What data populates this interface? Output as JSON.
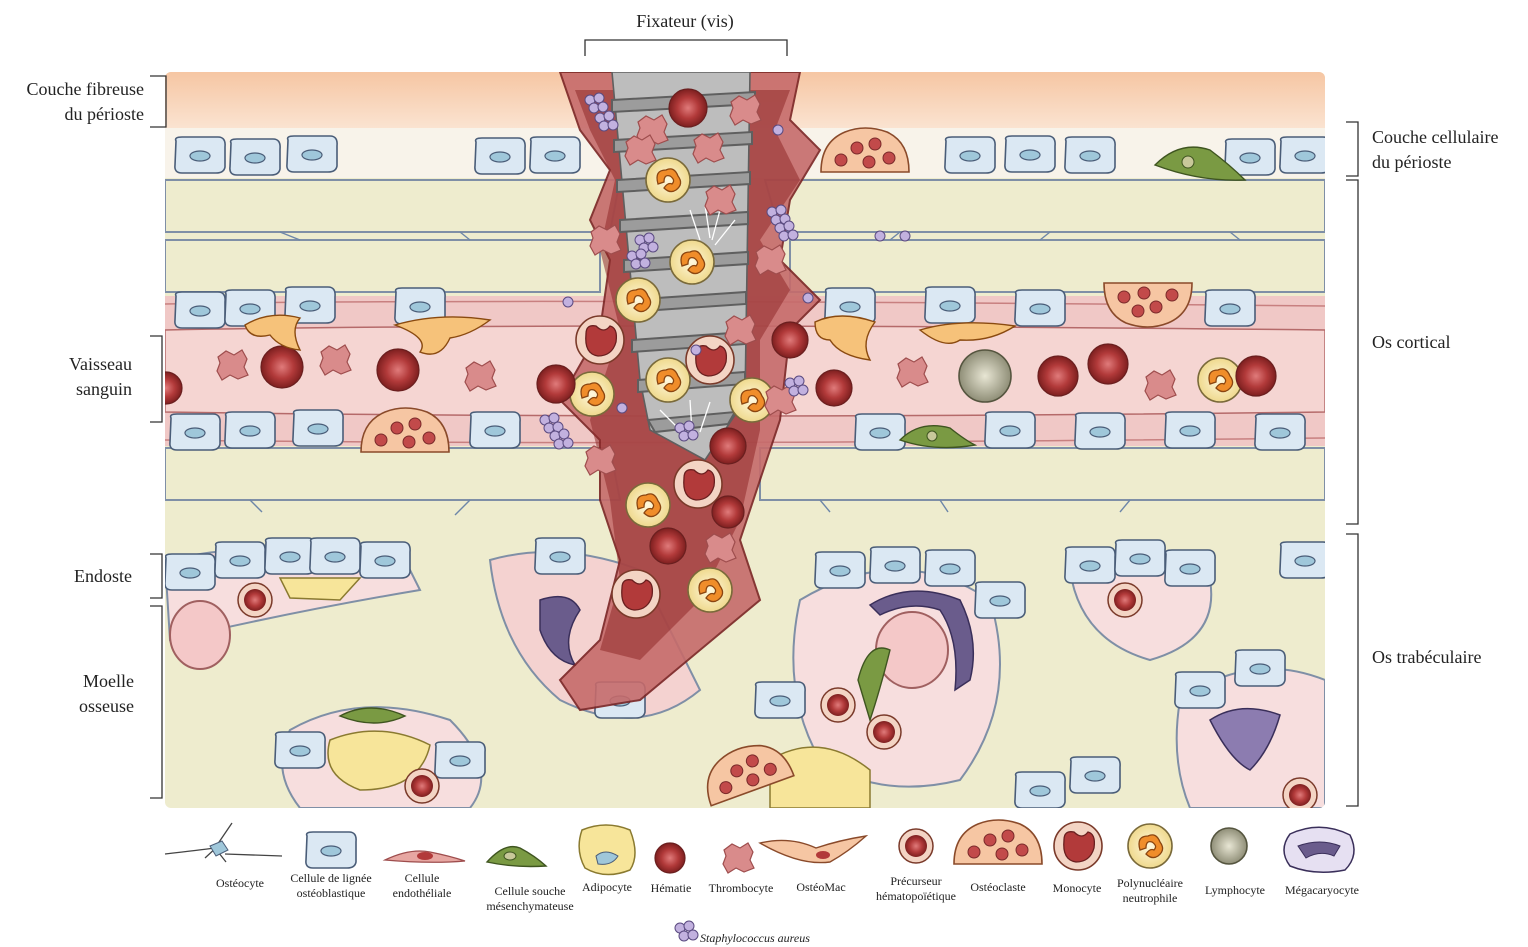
{
  "title": "Fixateur (vis)",
  "left_labels": {
    "fibrous_periosteum": [
      "Couche fibreuse",
      "du périoste"
    ],
    "blood_vessel": [
      "Vaisseau",
      "sanguin"
    ],
    "endosteum": "Endoste",
    "bone_marrow": [
      "Moelle",
      "osseuse"
    ]
  },
  "right_labels": {
    "cellular_periosteum": [
      "Couche cellulaire",
      "du périoste"
    ],
    "cortical_bone": "Os cortical",
    "trabecular_bone": "Os trabéculaire"
  },
  "legend": {
    "items": [
      {
        "icon": "osteocyte-icon",
        "lines": [
          "Ostéocyte"
        ]
      },
      {
        "icon": "osteoblast-lineage-cell-icon",
        "lines": [
          "Cellule de lignée",
          "ostéoblastique"
        ]
      },
      {
        "icon": "endothelial-cell-icon",
        "lines": [
          "Cellule",
          "endothéliale"
        ]
      },
      {
        "icon": "mesenchymal-stem-cell-icon",
        "lines": [
          "Cellule souche",
          "mésenchymateuse"
        ]
      },
      {
        "icon": "adipocyte-icon",
        "lines": [
          "Adipocyte"
        ]
      },
      {
        "icon": "red-blood-cell-icon",
        "lines": [
          "Hématie"
        ]
      },
      {
        "icon": "platelet-icon",
        "lines": [
          "Thrombocyte"
        ]
      },
      {
        "icon": "osteomac-icon",
        "lines": [
          "OstéoMac"
        ]
      },
      {
        "icon": "hematopoietic-precursor-icon",
        "lines": [
          "Précurseur",
          "hématopoïétique"
        ]
      },
      {
        "icon": "osteoclast-icon",
        "lines": [
          "Ostéoclaste"
        ]
      },
      {
        "icon": "monocyte-icon",
        "lines": [
          "Monocyte"
        ]
      },
      {
        "icon": "neutrophil-icon",
        "lines": [
          "Polynucléaire",
          "neutrophile"
        ]
      },
      {
        "icon": "lymphocyte-icon",
        "lines": [
          "Lymphocyte"
        ]
      },
      {
        "icon": "megakaryocyte-icon",
        "lines": [
          "Mégacaryocyte"
        ]
      }
    ],
    "bacteria": {
      "icon": "staphylococcus-icon",
      "label": "Staphylococcus aureus"
    }
  },
  "colors": {
    "bone_matrix": "#eeeccd",
    "periosteum_fibrous": "#f6c9a8",
    "vessel": "#f3c9c6",
    "osteoblast": "#dde9f3",
    "red_cell": "#b23a3a",
    "platelet": "#d88a8a",
    "screw": "#a9a9a9",
    "infection": "#8f2a2a",
    "neutrophil": "#f3e7b4",
    "msc": "#7a9a43",
    "megakaryocyte": "#6a5c8c",
    "bacteria": "#b9a7d6"
  }
}
